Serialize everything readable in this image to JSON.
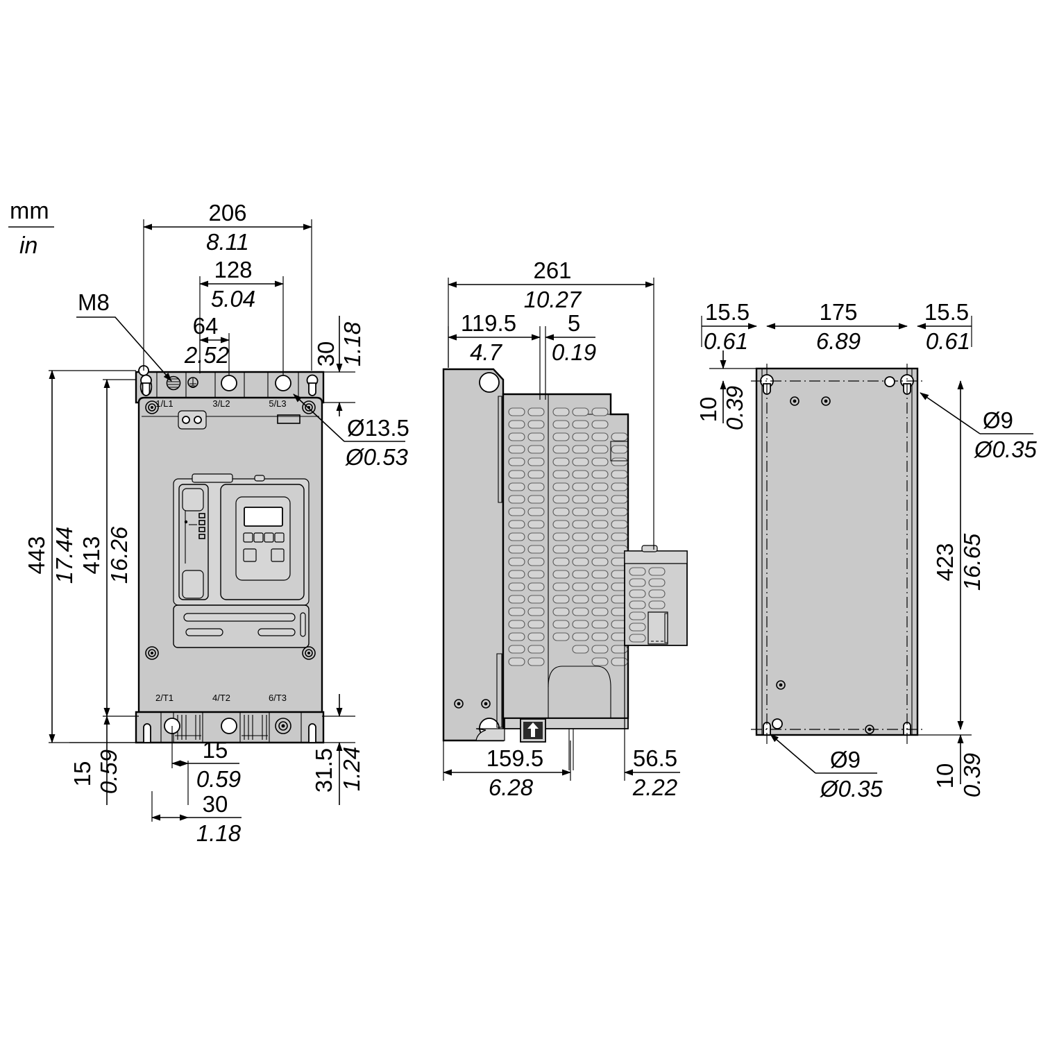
{
  "drawing": {
    "type": "dimensional-drawing",
    "subject": "soft starter enclosure",
    "units": {
      "primary": "mm",
      "secondary": "in"
    }
  },
  "unit_legend": {
    "top": "mm",
    "bottom": "in"
  },
  "front_view": {
    "name": "front-view",
    "callouts": {
      "m8": "M8",
      "hole_mm": "Ø13.5",
      "hole_in": "Ø0.53"
    },
    "terminals_top": [
      "1/L1",
      "3/L2",
      "5/L3"
    ],
    "terminals_bottom": [
      "2/T1",
      "4/T2",
      "6/T3"
    ],
    "dims": [
      {
        "id": "width-overall",
        "mm": "206",
        "in": "8.11"
      },
      {
        "id": "width-128",
        "mm": "128",
        "in": "5.04"
      },
      {
        "id": "width-64",
        "mm": "64",
        "in": "2.52"
      },
      {
        "id": "top-offset-30",
        "mm": "30",
        "in": "1.18"
      },
      {
        "id": "height-443",
        "mm": "443",
        "in": "17.44"
      },
      {
        "id": "height-413",
        "mm": "413",
        "in": "16.26"
      },
      {
        "id": "bottom-15-left",
        "mm": "15",
        "in": "0.59"
      },
      {
        "id": "bottom-15-mid",
        "mm": "15",
        "in": "0.59"
      },
      {
        "id": "bottom-30",
        "mm": "30",
        "in": "1.18"
      },
      {
        "id": "bottom-31_5",
        "mm": "31.5",
        "in": "1.24"
      }
    ]
  },
  "side_view": {
    "name": "side-view",
    "dims": [
      {
        "id": "depth-overall",
        "mm": "261",
        "in": "10.27"
      },
      {
        "id": "depth-119_5",
        "mm": "119.5",
        "in": "4.7"
      },
      {
        "id": "depth-5",
        "mm": "5",
        "in": "0.19"
      },
      {
        "id": "depth-159_5",
        "mm": "159.5",
        "in": "6.28"
      },
      {
        "id": "depth-56_5",
        "mm": "56.5",
        "in": "2.22"
      }
    ]
  },
  "rear_view": {
    "name": "rear-view",
    "callouts": {
      "hole_mm": "Ø9",
      "hole_in": "Ø0.35"
    },
    "dims": [
      {
        "id": "left-15_5",
        "mm": "15.5",
        "in": "0.61"
      },
      {
        "id": "center-175",
        "mm": "175",
        "in": "6.89"
      },
      {
        "id": "right-15_5",
        "mm": "15.5",
        "in": "0.61"
      },
      {
        "id": "top-10",
        "mm": "10",
        "in": "0.39"
      },
      {
        "id": "height-423",
        "mm": "423",
        "in": "16.65"
      },
      {
        "id": "bottom-10",
        "mm": "10",
        "in": "0.39"
      }
    ]
  },
  "colors": {
    "body": "#c9c9c9",
    "line": "#000000",
    "background": "#ffffff"
  }
}
